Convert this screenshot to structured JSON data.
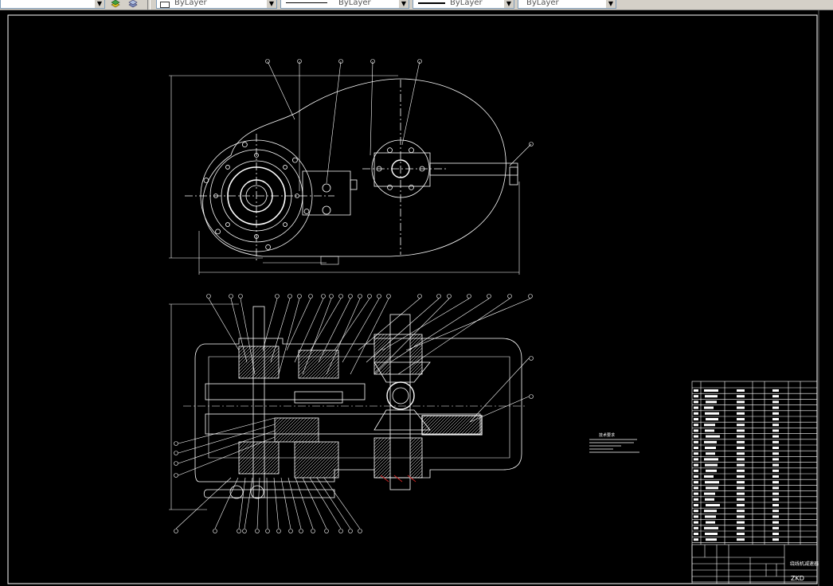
{
  "toolbar": {
    "color_combo": "ByLayer",
    "linetype_combo": "ByLayer",
    "lineweight_combo": "ByLayer",
    "plotstyle_combo": "ByLayer"
  },
  "drawing": {
    "title_block_name": "绕线机减速器",
    "title_block_code": "ZKD",
    "tech_req_title": "技术要求"
  },
  "colors": {
    "background": "#000000",
    "linework": "#ffffff",
    "hidden_red": "#cc2020",
    "toolbar": "#d4d0c8"
  }
}
